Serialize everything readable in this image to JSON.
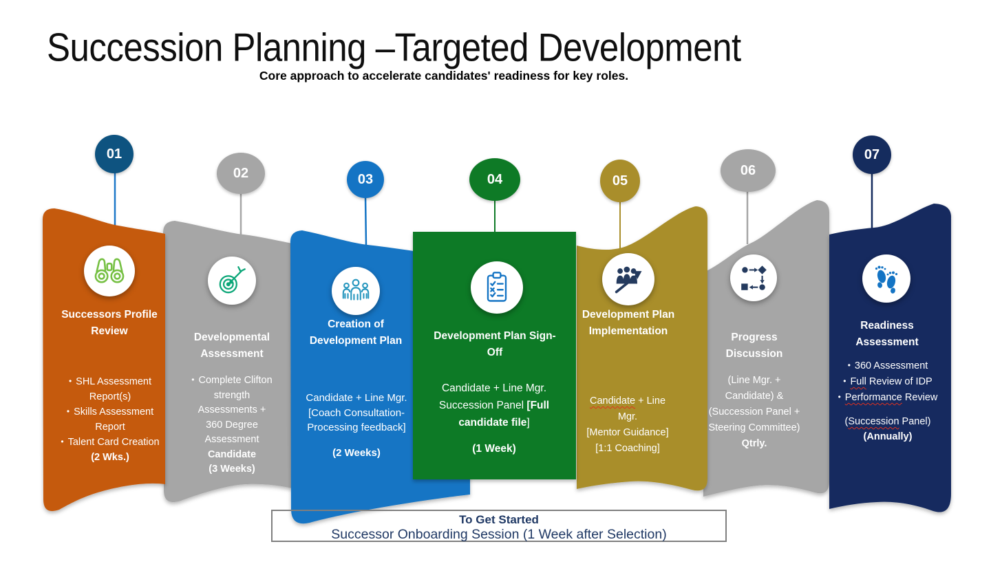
{
  "slide": {
    "title": "Succession Planning –Targeted Development",
    "subtitle": "Core approach to accelerate candidates' readiness for key roles.",
    "bullet": "•"
  },
  "steps": [
    {
      "number": "01",
      "icon": "binoculars",
      "color": "#C55A11",
      "badge_color": "#0E5380",
      "title": "Successors Profile Review",
      "bullets": [
        "SHL Assessment Report(s)",
        "Skills Assessment Report",
        "Talent Card Creation"
      ],
      "duration": "(2 Wks.)"
    },
    {
      "number": "02",
      "icon": "target-arrow",
      "color": "#A6A6A6",
      "badge_color": "#A6A6A6",
      "title": "Developmental Assessment",
      "lines": [
        "Complete Clifton",
        "strength",
        "Assessments +",
        "360 Degree",
        "Assessment"
      ],
      "bold_lines": [
        "Candidate",
        "(3 Weeks)"
      ]
    },
    {
      "number": "03",
      "icon": "people-group",
      "color": "#1474C4",
      "badge_color": "#1474C4",
      "title": "Creation of Development Plan",
      "lines": [
        "Candidate + Line Mgr.",
        "[Coach Consultation-",
        "Processing feedback]"
      ],
      "duration": "(2 Weeks)"
    },
    {
      "number": "04",
      "icon": "clipboard-checklist",
      "color": "#0E7A26",
      "badge_color": "#0E7A26",
      "title": "Development Plan Sign-Off",
      "body_normal": "Candidate + Line Mgr. Succession Panel ",
      "body_bold": "[Full candidate file",
      "body_end": "]",
      "duration": "(1 Week)"
    },
    {
      "number": "05",
      "icon": "people-growth-arrow",
      "color": "#A98E2B",
      "badge_color": "#A98E2B",
      "title": "Development Plan Implementation",
      "line1_word": "Candidate",
      "line1_rest": " + Line",
      "lines": [
        "Mgr.",
        "[Mentor Guidance]",
        "[1:1 Coaching]"
      ]
    },
    {
      "number": "06",
      "icon": "process-flow",
      "color": "#A6A6A6",
      "badge_color": "#A6A6A6",
      "title": "Progress Discussion",
      "lines": [
        "(Line Mgr. +",
        "Candidate) &",
        "(Succession Panel +",
        "Steering Committee)"
      ],
      "duration": "Qtrly."
    },
    {
      "number": "07",
      "icon": "footprints",
      "color": "#152C5E",
      "badge_color": "#152C5E",
      "title": "Readiness Assessment",
      "bullet1": "360 Assessment",
      "bullet2_word": "Full",
      "bullet2_rest": " Review of IDP",
      "bullet3_word": "Performance",
      "bullet3_rest": " Review",
      "panel_open": "(",
      "panel_word": "Succession",
      "panel_rest": " Panel)",
      "duration": "(Annually)"
    }
  ],
  "footer": {
    "title": "To Get Started",
    "text": "Successor Onboarding Session (1 Week after Selection)"
  },
  "colors": {
    "orange": "#C55A11",
    "gray": "#A6A6A6",
    "blue": "#1474C4",
    "green": "#0E7A26",
    "gold": "#A98E2B",
    "navy": "#152C5E",
    "badge1_blue": "#0E5380",
    "footer_text": "#1F3864",
    "border_gray": "#7F7F7F",
    "misspell_red": "#E0321F",
    "icon_green": "#76C043",
    "icon_teal": "#0CA678",
    "icon_lightblue": "#2596BE",
    "icon_blue": "#1474C4",
    "icon_navy": "#243A5E"
  }
}
